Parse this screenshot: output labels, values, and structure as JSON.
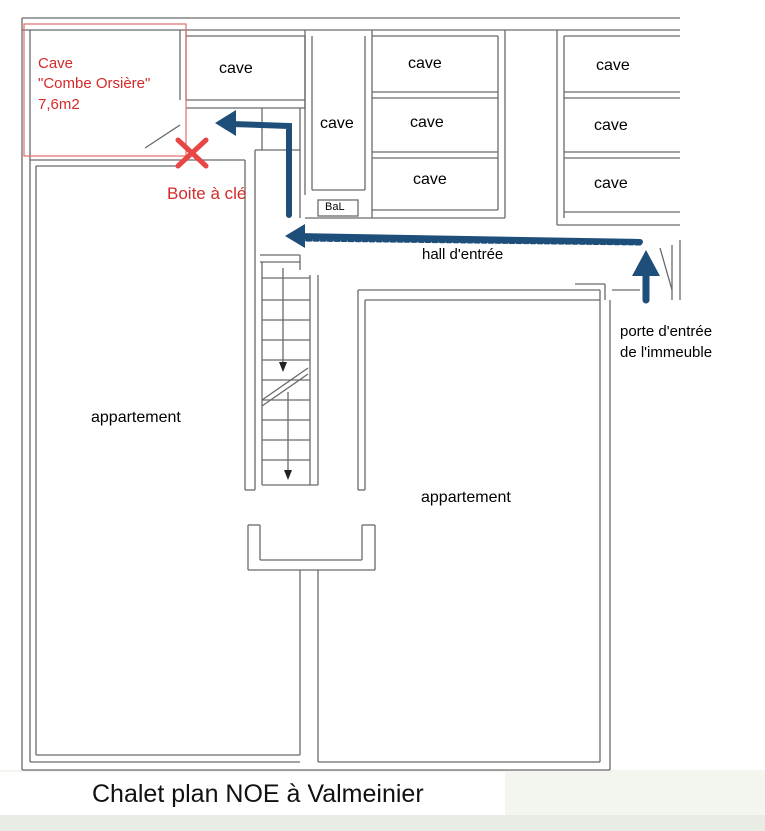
{
  "labels": {
    "cave_combe_line1": "Cave",
    "cave_combe_line2": "\"Combe Orsière\"",
    "cave_combe_line3": "7,6m2",
    "cave": "cave",
    "boite_a_cle": "Boite à clé",
    "bal": "BaL",
    "hall": "hall d'entrée",
    "porte_line1": "porte d'entrée",
    "porte_line2": "de l'immeuble",
    "appartement": "appartement",
    "caption": "Chalet plan NOE à Valmeinier"
  },
  "colors": {
    "wall": "#555555",
    "highlight_red": "#d42a2a",
    "arrow_blue": "#1e4f7a",
    "marker_x": "#e84545"
  }
}
